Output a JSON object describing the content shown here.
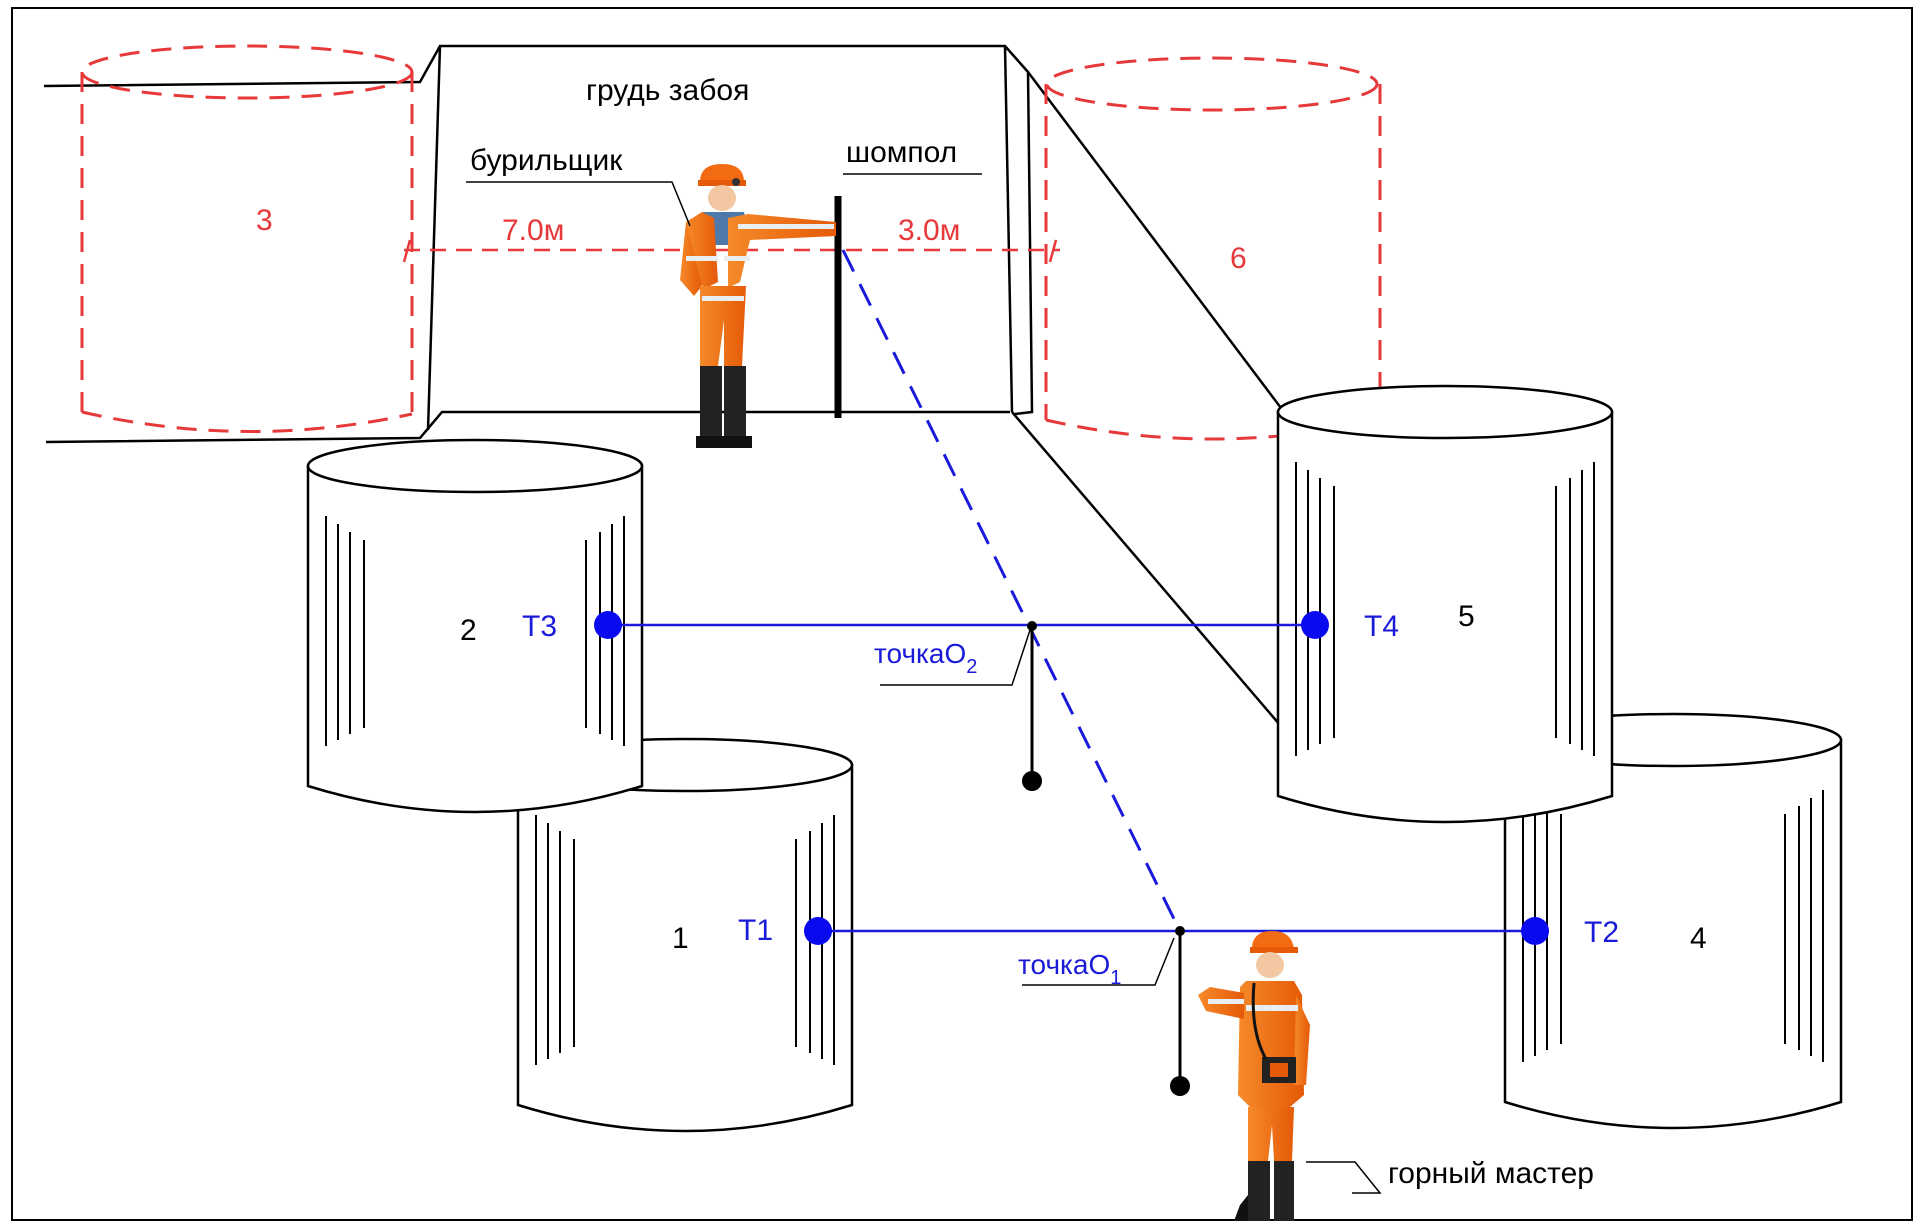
{
  "colors": {
    "outline": "#000000",
    "future_pillar": "#e8393a",
    "survey_line": "#1a1adb",
    "survey_point": "#0a0aee",
    "worker_suit": "#f26a12",
    "worker_reflective": "#e9eef3",
    "worker_shirt": "#4f79a8"
  },
  "labels": {
    "face": "грудь забоя",
    "driller": "бурильщик",
    "rod": "шомпол",
    "foreman": "горный мастер",
    "dist_left": "7.0м",
    "dist_right": "3.0м",
    "point_o2_prefix": "точкаО",
    "point_o2_sub": "2",
    "point_o1_prefix": "точкаО",
    "point_o1_sub": "1"
  },
  "pillars": [
    {
      "number": "1",
      "point": "T1",
      "state": "existing"
    },
    {
      "number": "2",
      "point": "T3",
      "state": "existing"
    },
    {
      "number": "3",
      "state": "planned"
    },
    {
      "number": "4",
      "point": "T2",
      "state": "existing"
    },
    {
      "number": "5",
      "point": "T4",
      "state": "existing"
    },
    {
      "number": "6",
      "state": "planned"
    }
  ],
  "icons": [
    "driller-figure",
    "foreman-figure",
    "helmet-icon",
    "plumb-bob-icon"
  ]
}
